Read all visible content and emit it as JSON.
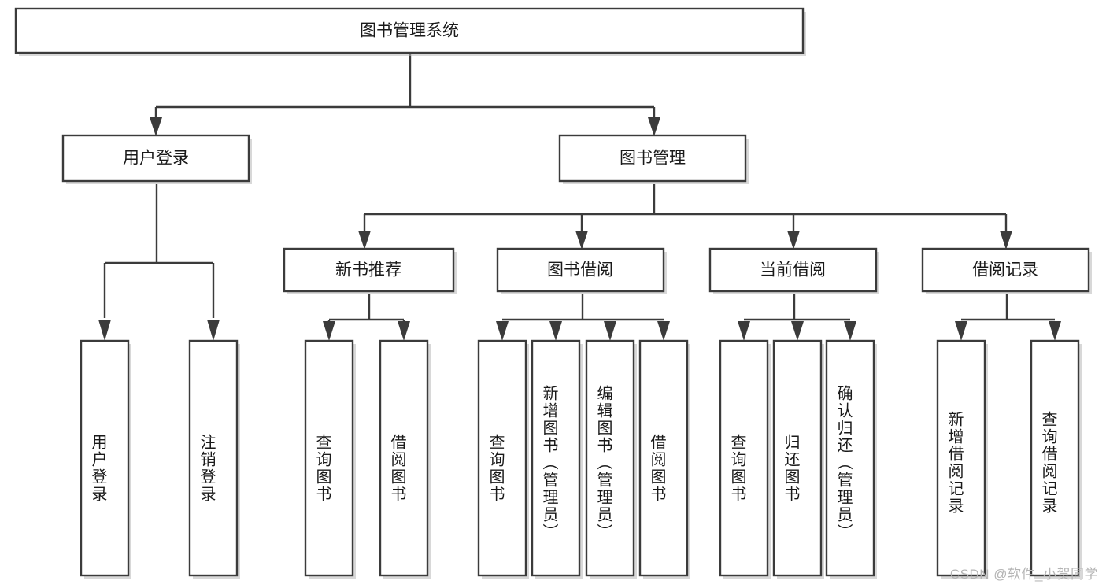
{
  "diagram": {
    "type": "hierarchy-tree",
    "title": "图书管理系统",
    "watermark": "CSDN @软件_小贺同学",
    "colors": {
      "stroke": "#3b3b3b",
      "fill": "#ffffff",
      "text": "#1a1a1a",
      "shadow": "#b8b8b8",
      "watermark": "#b4b4b4"
    },
    "levels": {
      "root": {
        "label": "图书管理系统"
      },
      "level2": [
        {
          "label": "用户登录"
        },
        {
          "label": "图书管理"
        }
      ],
      "level3": [
        {
          "label": "新书推荐"
        },
        {
          "label": "图书借阅"
        },
        {
          "label": "当前借阅"
        },
        {
          "label": "借阅记录"
        }
      ],
      "leaves": {
        "user_login": [
          {
            "label": "用户登录"
          },
          {
            "label": "注销登录"
          }
        ],
        "new_book": [
          {
            "label": "查询图书"
          },
          {
            "label": "借阅图书"
          }
        ],
        "book_borrow": [
          {
            "label": "查询图书"
          },
          {
            "label": "新增图书（管理员）"
          },
          {
            "label": "编辑图书（管理员）"
          },
          {
            "label": "借阅图书"
          }
        ],
        "current_borrow": [
          {
            "label": "查询图书"
          },
          {
            "label": "归还图书"
          },
          {
            "label": "确认归还（管理员）"
          }
        ],
        "borrow_record": [
          {
            "label": "新增借阅记录"
          },
          {
            "label": "查询借阅记录"
          }
        ]
      }
    }
  }
}
